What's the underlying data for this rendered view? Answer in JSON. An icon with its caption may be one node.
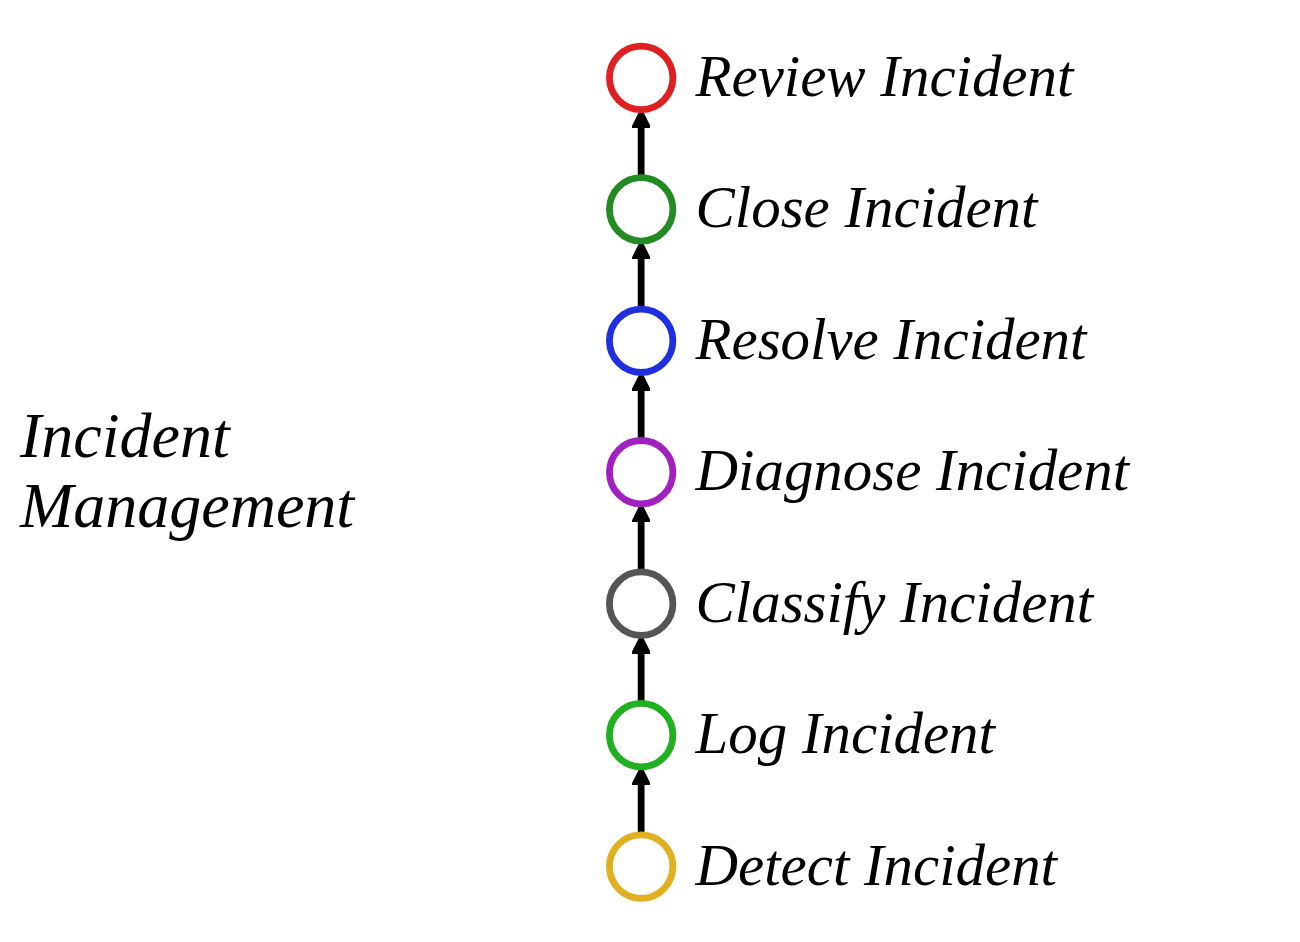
{
  "diagram": {
    "title": "Incident Management",
    "nodes": [
      {
        "text": [],
        "shape": "circle",
        "beside": [
          "Detect Incident"
        ]
      },
      {
        "text": [],
        "shape": "circle",
        "beside": [
          "Log Incident"
        ]
      },
      {
        "text": [],
        "shape": "circle",
        "beside": [
          "Classify Incident"
        ]
      },
      {
        "text": [],
        "shape": "circle",
        "beside": [
          "Diagnose Incident"
        ]
      },
      {
        "text": [],
        "shape": "circle",
        "beside": [
          "Resolve Incident"
        ]
      },
      {
        "text": [],
        "shape": "circle",
        "beside": [
          "Close Incident"
        ]
      },
      {
        "text": [],
        "shape": "circle",
        "beside": [
          "Review Incident"
        ]
      }
    ],
    "edges": [
      {
        "from": 0,
        "to": 1,
        "arrow": "to"
      },
      {
        "from": 1,
        "to": 2,
        "arrow": "to"
      },
      {
        "from": 2,
        "to": 3,
        "arrow": "to"
      },
      {
        "from": 3,
        "to": 4,
        "arrow": "to"
      },
      {
        "from": 4,
        "to": 5,
        "arrow": "to"
      },
      {
        "from": 5,
        "to": 6,
        "arrow": "to"
      }
    ]
  }
}
